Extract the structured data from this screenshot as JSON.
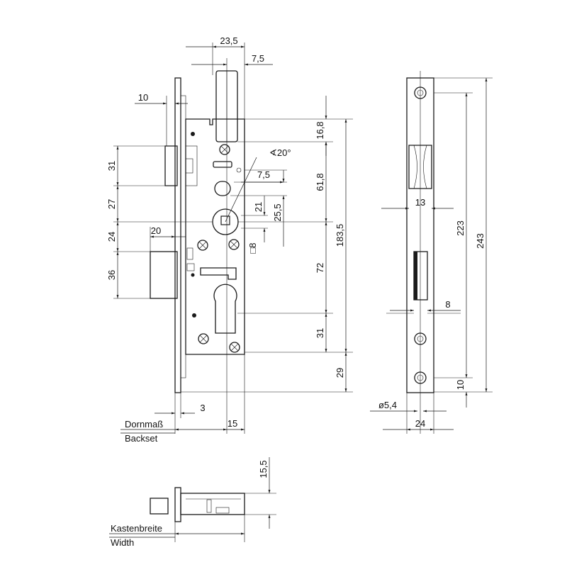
{
  "front_dims": {
    "d_23_5": "23,5",
    "d_7_5_top": "7,5",
    "d_10": "10",
    "d_16_8": "16,8",
    "d_angle": "∢20°",
    "d_7_5_mid": "7,5",
    "d_61_8": "61,8",
    "d_25_5": "25,5",
    "d_21": "21",
    "d_31_left": "31",
    "d_27": "27",
    "d_24_left": "24",
    "d_20": "20",
    "d_square8": "□8",
    "d_36": "36",
    "d_183_5": "183,5",
    "d_72": "72",
    "d_31_right": "31",
    "d_29": "29",
    "d_3": "3",
    "d_15": "15"
  },
  "side_dims": {
    "d_13": "13",
    "d_223": "223",
    "d_243": "243",
    "d_8": "8",
    "d_10": "10",
    "d_dia": "ø5,4",
    "d_24": "24"
  },
  "bottom_dims": {
    "d_15_5": "15,5"
  },
  "labels": {
    "backset_de": "Dornmaß",
    "backset_en": "Backset",
    "width_de": "Kastenbreite",
    "width_en": "Width"
  }
}
